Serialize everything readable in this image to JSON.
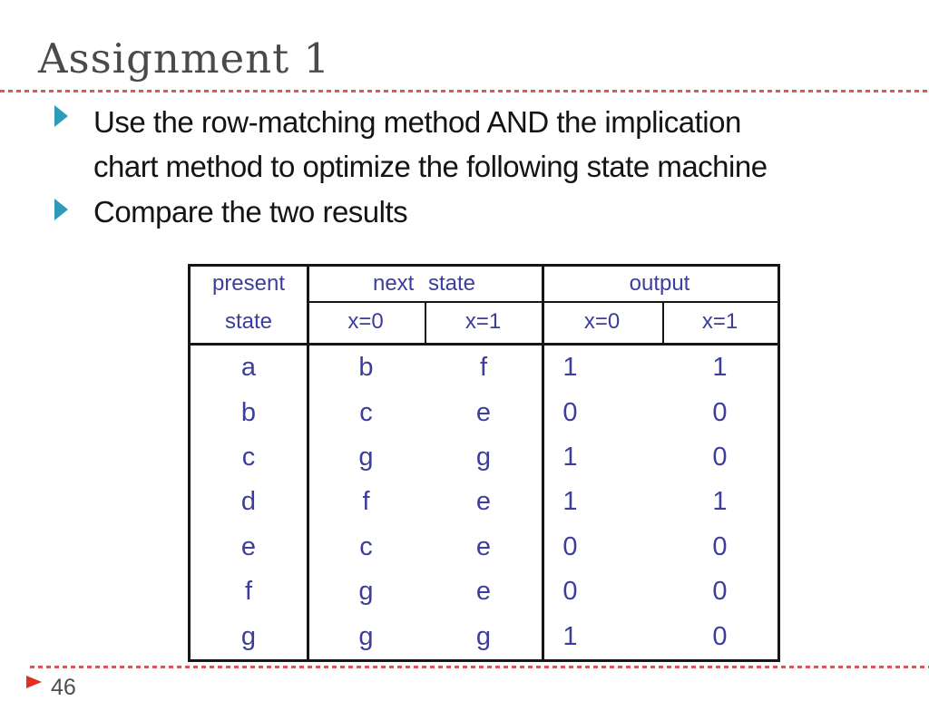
{
  "slide": {
    "title": "Assignment 1",
    "bullets": {
      "item1_line1": "Use the row-matching method AND the implication",
      "item1_line2": "chart method to optimize the following state machine",
      "item2": "Compare the two results"
    },
    "table": {
      "header": {
        "present_line1": "present",
        "present_line2": "state",
        "next_state": "next state",
        "output": "output",
        "ns_x0": "x=0",
        "ns_x1": "x=1",
        "out_x0": "x=0",
        "out_x1": "x=1"
      },
      "rows": [
        [
          "a",
          "b",
          "f",
          "1",
          "1"
        ],
        [
          "b",
          "c",
          "e",
          "0",
          "0"
        ],
        [
          "c",
          "g",
          "g",
          "1",
          "0"
        ],
        [
          "d",
          "f",
          "e",
          "1",
          "1"
        ],
        [
          "e",
          "c",
          "e",
          "0",
          "0"
        ],
        [
          "f",
          "g",
          "e",
          "0",
          "0"
        ],
        [
          "g",
          "g",
          "g",
          "1",
          "0"
        ]
      ]
    },
    "footer": {
      "page_number": "46"
    },
    "colors": {
      "title_text": "#4a4a4a",
      "body_text": "#141414",
      "bullet_marker_teal": "#2e9bba",
      "dashed_rule_red": "#dc5858",
      "table_text_blue": "#3c3d9c",
      "table_border": "#161616",
      "page_marker_red": "#e1301d",
      "page_number_gray": "#4f4f4f",
      "background": "#ffffff"
    }
  }
}
